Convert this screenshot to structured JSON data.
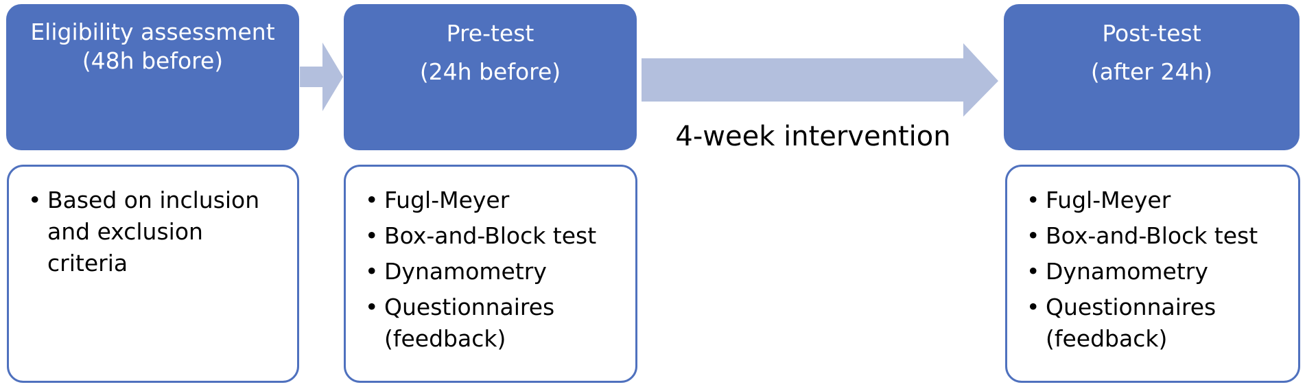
{
  "colors": {
    "header_fill": "#4f71be",
    "header_text": "#ffffff",
    "detail_border": "#4f71be",
    "arrow_fill": "#b3bfdd"
  },
  "stages": [
    {
      "title": "Eligibility assessment",
      "timing": "(48h before)",
      "items": [
        "Based on inclusion and exclusion criteria"
      ]
    },
    {
      "title": "Pre-test",
      "timing": "(24h before)",
      "items": [
        "Fugl-Meyer",
        "Box-and-Block test",
        "Dynamometry",
        "Questionnaires (feedback)"
      ]
    },
    {
      "title": "Post-test",
      "timing": "(after 24h)",
      "items": [
        "Fugl-Meyer",
        "Box-and-Block test",
        "Dynamometry",
        "Questionnaires (feedback)"
      ]
    }
  ],
  "intervention_label": "4-week intervention",
  "bullet_glyph": "•"
}
